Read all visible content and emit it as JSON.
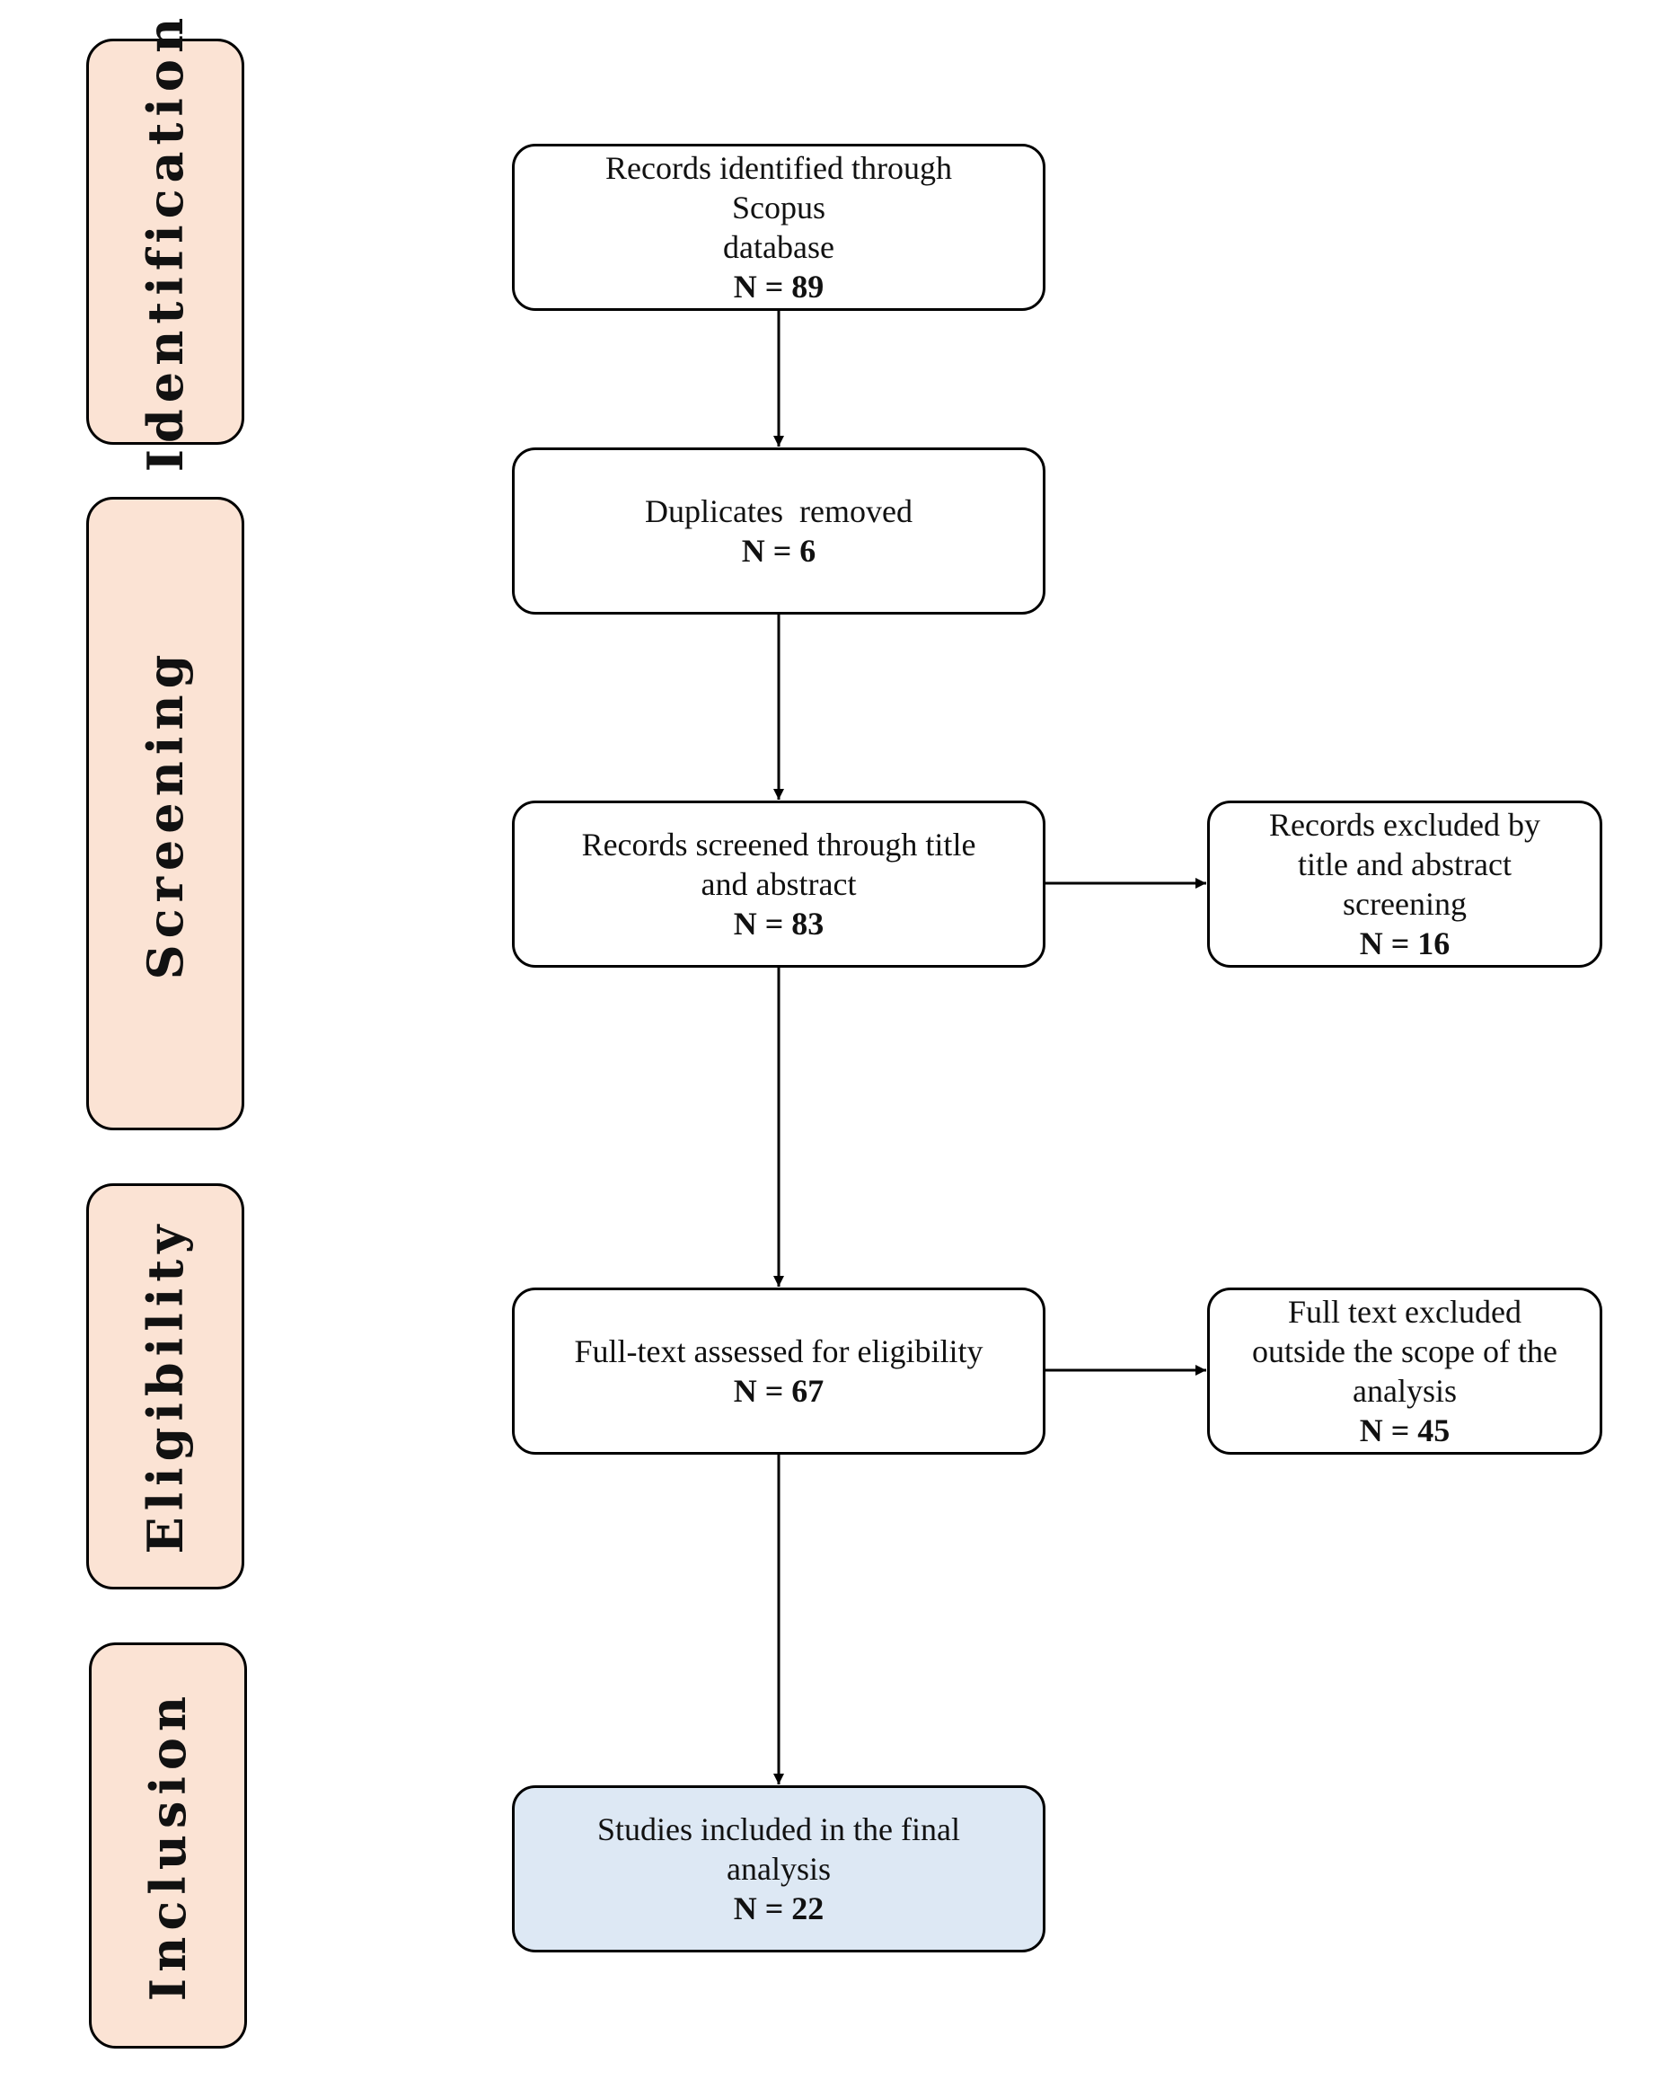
{
  "colors": {
    "stage_fill": "#fbe3d4",
    "final_box_fill": "#dde8f4",
    "stroke": "#000000"
  },
  "stages": {
    "identification": "Identification",
    "screening": "Screening",
    "eligibility": "Eligibility",
    "inclusion": "Inclusion"
  },
  "boxes": {
    "identified": {
      "lines": [
        "Records identified through",
        "Scopus",
        "database"
      ],
      "count": "N = 89"
    },
    "duplicates": {
      "lines": [
        "Duplicates  removed"
      ],
      "count": "N = 6"
    },
    "screened": {
      "lines": [
        "Records screened through title",
        "and abstract"
      ],
      "count": "N = 83"
    },
    "excluded_screening": {
      "lines": [
        "Records excluded by",
        "title and abstract",
        "screening"
      ],
      "count": "N = 16"
    },
    "fulltext": {
      "lines": [
        "Full-text assessed for eligibility"
      ],
      "count": "N = 67"
    },
    "excluded_fulltext": {
      "lines": [
        "Full text excluded",
        "outside the scope of the",
        "analysis"
      ],
      "count": "N = 45"
    },
    "included": {
      "lines": [
        "Studies included in the final",
        "analysis"
      ],
      "count": "N = 22"
    }
  }
}
